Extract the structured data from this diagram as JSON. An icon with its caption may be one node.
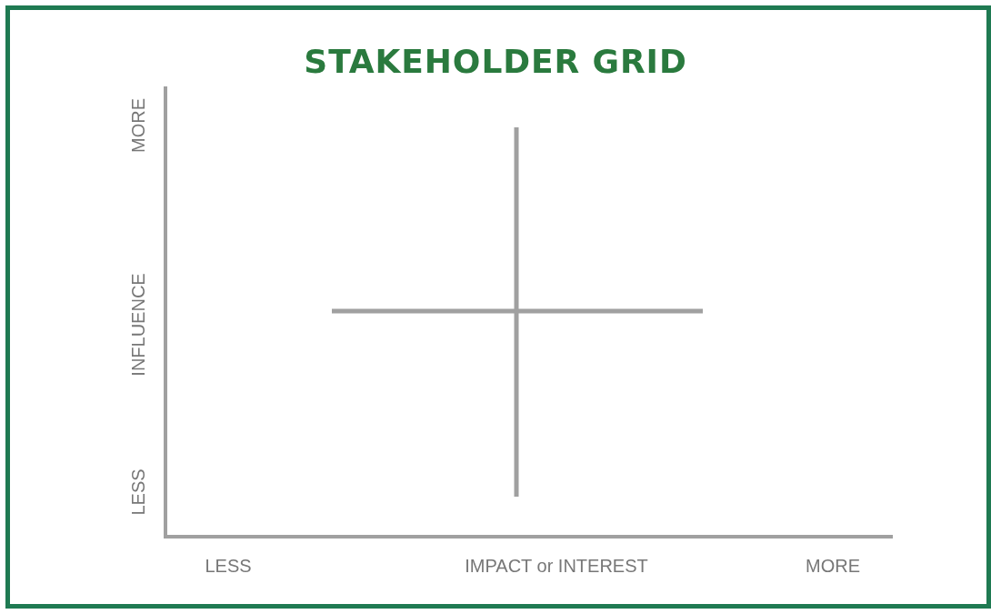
{
  "diagram": {
    "title": "STAKEHOLDER GRID",
    "labels": [
      "MORE",
      "INFLUENCE",
      "LESS",
      "LESS",
      "IMPACT or INTEREST",
      "MORE"
    ]
  }
}
